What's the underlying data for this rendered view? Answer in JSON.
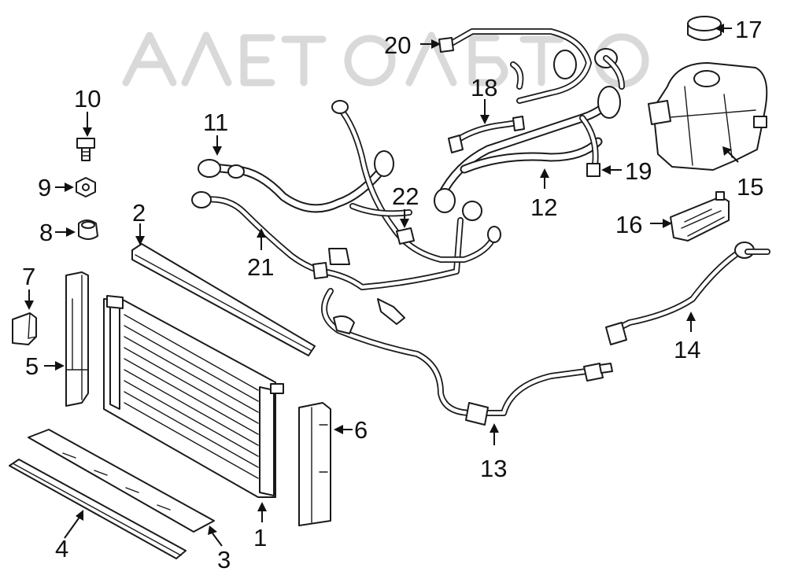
{
  "watermark": {
    "text": "АЛЕ-ТО-АВТО",
    "color": "#d9d9d9"
  },
  "callouts": [
    {
      "id": "c1",
      "label": "1",
      "part": "radiator"
    },
    {
      "id": "c2",
      "label": "2",
      "part": "upper-seal-strip"
    },
    {
      "id": "c3",
      "label": "3",
      "part": "lower-air-guide"
    },
    {
      "id": "c4",
      "label": "4",
      "part": "lower-seal-strip"
    },
    {
      "id": "c5",
      "label": "5",
      "part": "left-side-air-guide"
    },
    {
      "id": "c6",
      "label": "6",
      "part": "right-side-air-guide"
    },
    {
      "id": "c7",
      "label": "7",
      "part": "mounting-pad"
    },
    {
      "id": "c8",
      "label": "8",
      "part": "rubber-bushing"
    },
    {
      "id": "c9",
      "label": "9",
      "part": "nut"
    },
    {
      "id": "c10",
      "label": "10",
      "part": "bolt"
    },
    {
      "id": "c11",
      "label": "11",
      "part": "upper-radiator-hose"
    },
    {
      "id": "c12",
      "label": "12",
      "part": "main-coolant-hose"
    },
    {
      "id": "c13",
      "label": "13",
      "part": "lower-coolant-line"
    },
    {
      "id": "c14",
      "label": "14",
      "part": "return-hose"
    },
    {
      "id": "c15",
      "label": "15",
      "part": "expansion-tank"
    },
    {
      "id": "c16",
      "label": "16",
      "part": "mounting-bracket"
    },
    {
      "id": "c17",
      "label": "17",
      "part": "tank-cap"
    },
    {
      "id": "c18",
      "label": "18",
      "part": "vent-hose"
    },
    {
      "id": "c19",
      "label": "19",
      "part": "vent-line-connector"
    },
    {
      "id": "c20",
      "label": "20",
      "part": "bleed-line-fitting"
    },
    {
      "id": "c21",
      "label": "21",
      "part": "bypass-hose"
    },
    {
      "id": "c22",
      "label": "22",
      "part": "hose-connector"
    }
  ]
}
